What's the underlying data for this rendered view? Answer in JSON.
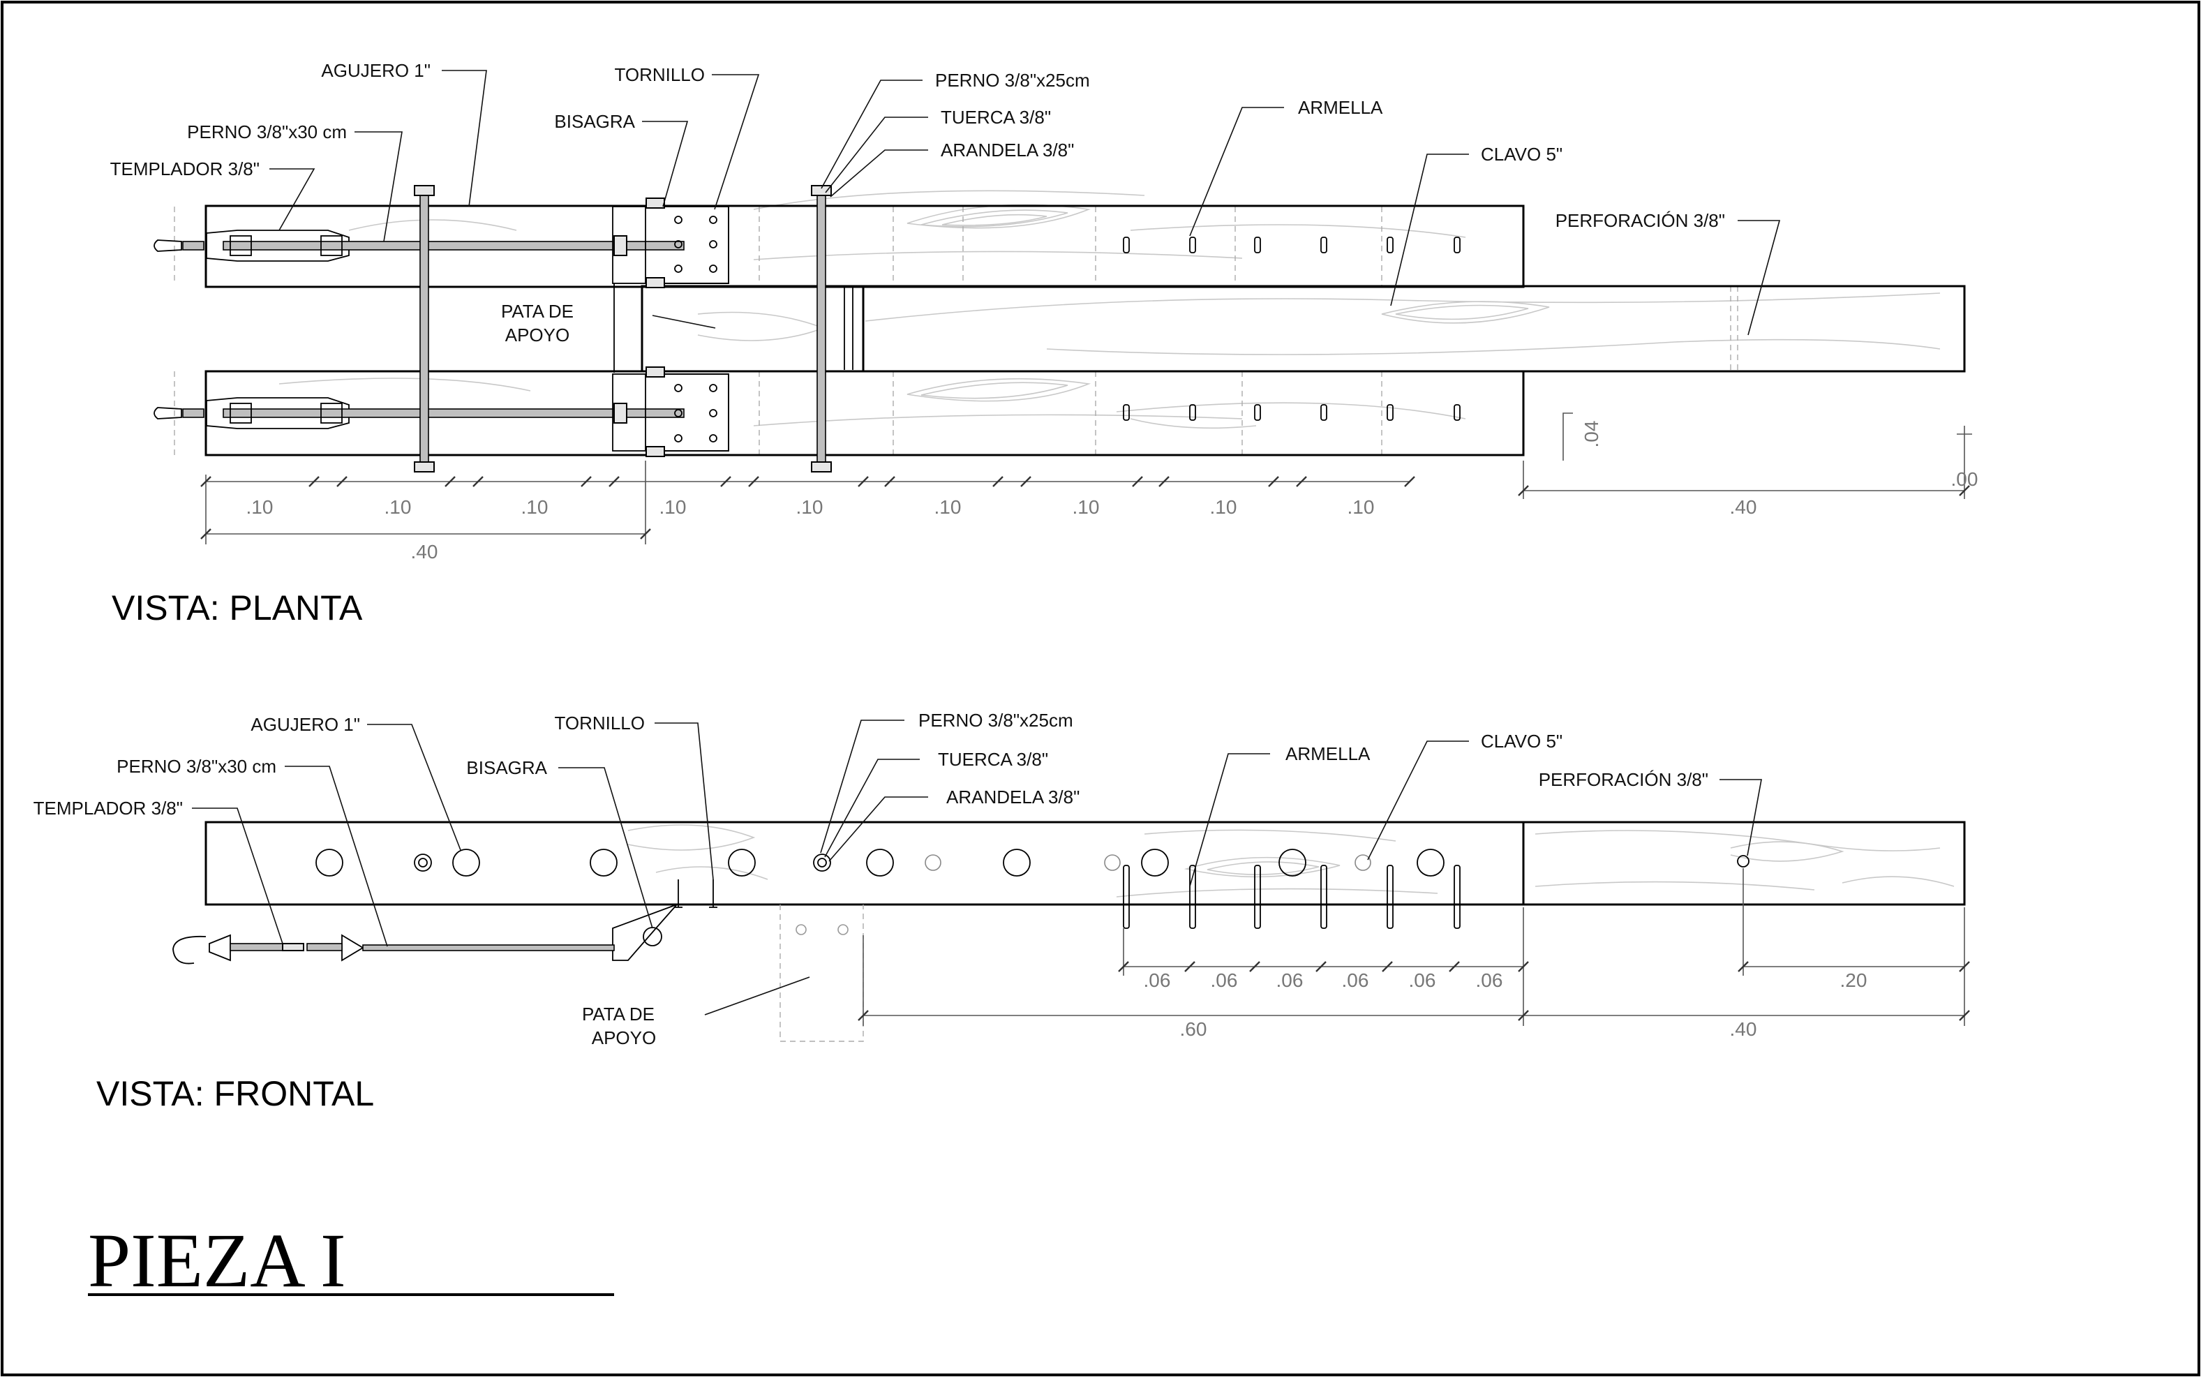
{
  "title": "PIEZA I",
  "views": {
    "planta": {
      "title": "VISTA: PLANTA",
      "labels": {
        "agujero": "AGUJERO 1\"",
        "tornillo": "TORNILLO",
        "perno_25": "PERNO 3/8\"x25cm",
        "tuerca": "TUERCA 3/8\"",
        "arandela": "ARANDELA 3/8\"",
        "armella": "ARMELLA",
        "clavo": "CLAVO 5\"",
        "perforacion": "PERFORACIÓN 3/8\"",
        "bisagra": "BISAGRA",
        "perno_30": "PERNO 3/8\"x30 cm",
        "templador": "TEMPLADOR 3/8\"",
        "pata_line1": "PATA DE",
        "pata_line2": "APOYO"
      },
      "dimensions": {
        "spacings": [
          ".10",
          ".10",
          ".10",
          ".10",
          ".10",
          ".10",
          ".10",
          ".10",
          ".10"
        ],
        "left_total": ".40",
        "right_total": ".40",
        "vertical": ".04",
        "corner": ".00"
      }
    },
    "frontal": {
      "title": "VISTA: FRONTAL",
      "labels": {
        "agujero": "AGUJERO 1\"",
        "tornillo": "TORNILLO",
        "perno_25": "PERNO 3/8\"x25cm",
        "tuerca": "TUERCA 3/8\"",
        "arandela": "ARANDELA 3/8\"",
        "armella": "ARMELLA",
        "clavo": "CLAVO 5\"",
        "perforacion": "PERFORACIÓN 3/8\"",
        "bisagra": "BISAGRA",
        "perno_30": "PERNO 3/8\"x30 cm",
        "templador": "TEMPLADOR 3/8\"",
        "pata_line1": "PATA DE",
        "pata_line2": "APOYO"
      },
      "dimensions": {
        "spacings": [
          ".06",
          ".06",
          ".06",
          ".06",
          ".06",
          ".06"
        ],
        "middle_total": ".60",
        "right_total": ".40",
        "hole_offset": ".20"
      }
    }
  }
}
